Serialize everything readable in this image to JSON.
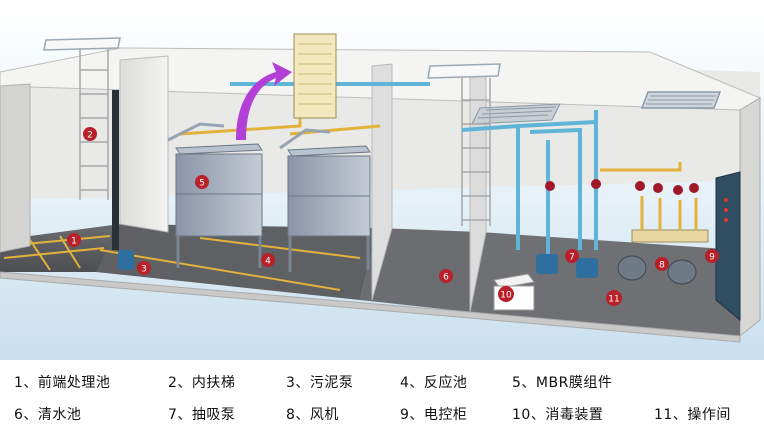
{
  "markers": [
    {
      "num": "1",
      "label": "前端处理池"
    },
    {
      "num": "2",
      "label": "内扶梯"
    },
    {
      "num": "3",
      "label": "污泥泵"
    },
    {
      "num": "4",
      "label": "反应池"
    },
    {
      "num": "5",
      "label": "MBR膜组件"
    },
    {
      "num": "6",
      "label": "清水池"
    },
    {
      "num": "7",
      "label": "抽吸泵"
    },
    {
      "num": "8",
      "label": "风机"
    },
    {
      "num": "9",
      "label": "电控柜"
    },
    {
      "num": "10",
      "label": "消毒装置"
    },
    {
      "num": "11",
      "label": "操作间"
    }
  ],
  "legend": {
    "row1": [
      "1、前端处理池",
      "2、内扶梯",
      "3、污泥泵",
      "4、反应池",
      "5、MBR膜组件"
    ],
    "row2": [
      "6、清水池",
      "7、抽吸泵",
      "8、风机",
      "9、电控柜",
      "10、消毒装置",
      "11、操作间"
    ]
  },
  "colors": {
    "marker_red": "#b8202a",
    "tank_wall": "#eeeeec",
    "floor": "#5d5f63",
    "pipe_blue": "#5fb4d8",
    "pipe_yellow": "#e2b23a",
    "arrow_purple": "#b23fd6"
  }
}
